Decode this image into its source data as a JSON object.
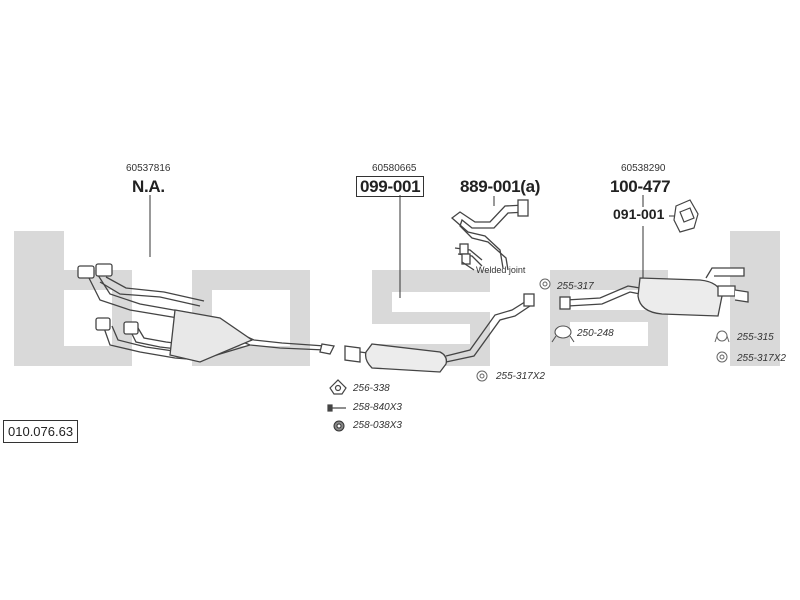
{
  "diagram": {
    "kit_number": "010.076.63",
    "watermark_logo": "bosal",
    "parts": {
      "front": {
        "oe": "60537816",
        "code": "N.A."
      },
      "center": {
        "oe": "60580665",
        "code": "099-001"
      },
      "intermediate": {
        "code": "889-001(a)",
        "note": "Welded joint"
      },
      "rear": {
        "oe": "60538290",
        "code": "100-477",
        "bracket": "091-001"
      }
    },
    "fittings": [
      {
        "ref": "256-338",
        "icon": "gasket-icon"
      },
      {
        "ref": "258-840X3",
        "icon": "bolt-icon"
      },
      {
        "ref": "258-038X3",
        "icon": "nut-icon"
      },
      {
        "ref": "255-317",
        "icon": "rubber-mount-icon"
      },
      {
        "ref": "250-248",
        "icon": "clamp-icon"
      },
      {
        "ref": "255-317X2",
        "icon": "rubber-mount-icon"
      },
      {
        "ref": "255-315",
        "icon": "hanger-icon"
      },
      {
        "ref": "255-317X2",
        "icon": "rubber-mount-icon"
      }
    ]
  }
}
